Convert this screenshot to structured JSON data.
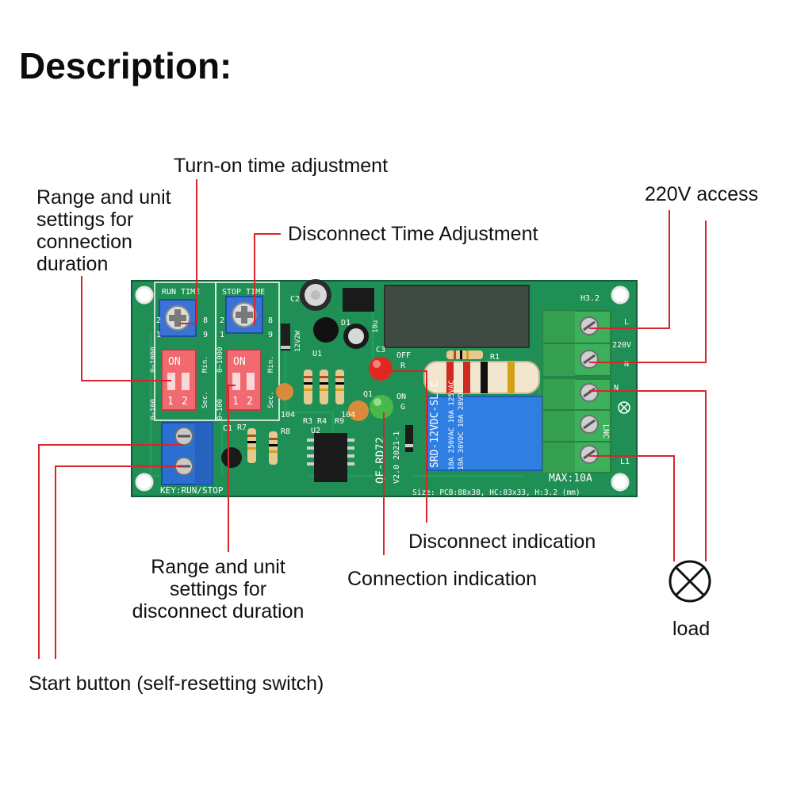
{
  "title": "Description:",
  "callouts": {
    "turn_on_time": "Turn-on time adjustment",
    "range_connection": [
      "Range and unit",
      "settings for",
      "connection",
      "duration"
    ],
    "disconnect_time": "Disconnect Time Adjustment",
    "access_220v": "220V access",
    "range_disconnect": [
      "Range and unit",
      "settings for",
      "disconnect duration"
    ],
    "disconnect_indication": "Disconnect indication",
    "connection_indication": "Connection indication",
    "load": "load",
    "start_button": "Start button (self-resetting switch)"
  },
  "board": {
    "run_time": "RUN TIME",
    "stop_time": "STOP TIME",
    "pot_scale_left": "2",
    "pot_scale_right": "8",
    "pot_min": "1",
    "pot_max": "9",
    "dip_on": "ON",
    "dip_1": "1",
    "dip_2": "2",
    "dip_range_high": "0~1000",
    "dip_range_low": "0~100",
    "dip_min": "Min.",
    "dip_sec": "Sec.",
    "key_label": "KEY:RUN/STOP",
    "h32": "H3.2",
    "v220": "220V",
    "term_l": "L",
    "term_n": "N",
    "term_n2": "N",
    "term_lnc": "LNC",
    "term_l1": "L1",
    "off": "OFF",
    "off_r": "R",
    "on": "ON",
    "on_g": "G",
    "relay_model": "SRD-12VDC-SL-C",
    "relay_spec1": "10A 250VAC  10A 125VAC",
    "relay_spec2": "10A 30VDC  10A 28VDC",
    "max_current": "MAX:10A",
    "model": "QF-RD72",
    "version": "V2.0 2021-1",
    "size_info": "Size: PCB:88x38, HC:83x33, H:3.2 (mm)",
    "c1": "C1",
    "c2": "C2",
    "c3": "C3",
    "r1": "R1",
    "r3": "R3",
    "r4": "R4",
    "r7": "R7",
    "r8": "R8",
    "r9": "R9",
    "u1": "U1",
    "u2": "U2",
    "d1": "D1",
    "q1": "Q1",
    "cap104a": "104",
    "cap104b": "104",
    "zener": "12V2W",
    "cap_10u": "10u"
  },
  "colors": {
    "pcb": "#1f8f55",
    "pcb_dark": "#157545",
    "leader": "#d8252a",
    "terminal_blue": "#2a6fd1",
    "terminal_green": "#3cb05a",
    "pot_blue": "#3a72d6",
    "dip_red": "#f06a70",
    "relay_blue": "#2f7fe3",
    "led_red": "#e12820",
    "led_green": "#48b848"
  }
}
